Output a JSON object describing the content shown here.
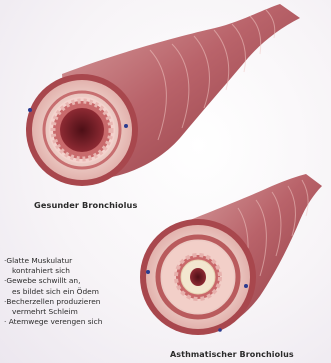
{
  "labels": {
    "healthy": "Gesunder Bronchiolus",
    "asthmatic": "Asthmatischer Bronchiolus"
  },
  "bullets": [
    {
      "line1": "·Glatte Muskulatur",
      "line2": "kontrahiert sich"
    },
    {
      "line1": "·Gewebe schwillt an,",
      "line2": "es bildet sich ein Ödem"
    },
    {
      "line1": "·Becherzellen produzieren",
      "line2": "vermehrt Schleim"
    },
    {
      "line1": "· Atemwege verengen sich",
      "line2": ""
    }
  ],
  "colors": {
    "outer_wall": "#a8474d",
    "wall_band": "#dca4a2",
    "smooth_muscle_band": "#b95b5d",
    "inner_lining": "#f0c8c4",
    "mucosa_folds": "#c9686a",
    "mucus": "#f3e6cf",
    "lumen": "#7a1e26",
    "cross_section_face": "#eccfc8"
  }
}
